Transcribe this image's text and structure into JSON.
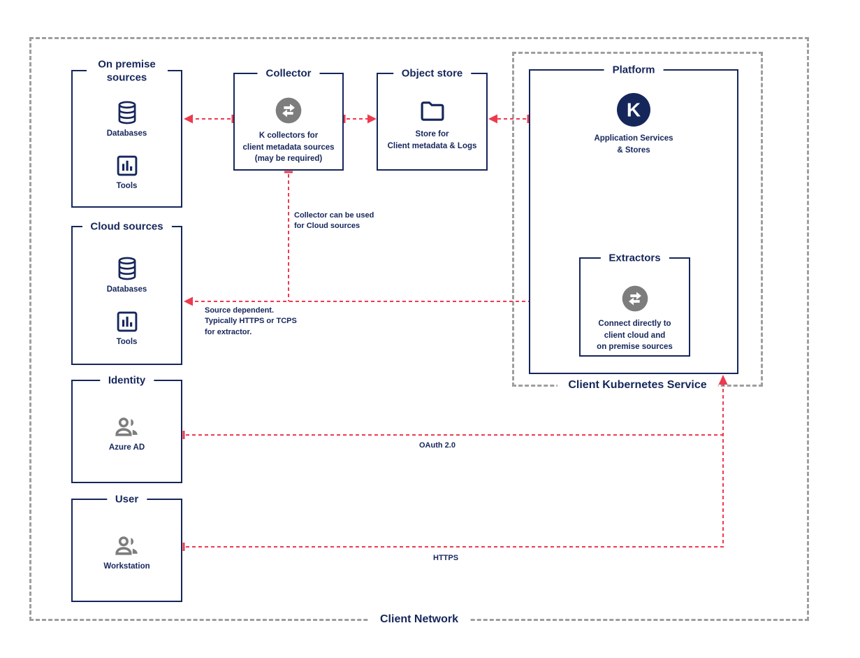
{
  "colors": {
    "navy": "#15265b",
    "red": "#ee3a4f",
    "frame_gray": "#9e9e9e",
    "icon_gray": "#7d7d7d"
  },
  "outer_frame": {
    "label": "Client Network"
  },
  "kubernetes_frame": {
    "label": "Client Kubernetes Service"
  },
  "boxes": {
    "on_premise": {
      "title": "On premise sources",
      "items": [
        {
          "icon": "database-icon",
          "label": "Databases"
        },
        {
          "icon": "tools-icon",
          "label": "Tools"
        }
      ]
    },
    "cloud_sources": {
      "title": "Cloud sources",
      "items": [
        {
          "icon": "database-icon",
          "label": "Databases"
        },
        {
          "icon": "tools-icon",
          "label": "Tools"
        }
      ]
    },
    "collector": {
      "title": "Collector",
      "icon": "transfer-icon",
      "description": "K collectors for\nclient metadata sources\n(may be required)"
    },
    "object_store": {
      "title": "Object store",
      "icon": "folder-icon",
      "description": "Store for\nClient metadata & Logs"
    },
    "platform": {
      "title": "Platform",
      "icon": "k-logo",
      "description": "Application Services\n& Stores"
    },
    "extractors": {
      "title": "Extractors",
      "icon": "transfer-icon",
      "description": "Connect directly to\nclient cloud and\non premise sources"
    },
    "identity": {
      "title": "Identity",
      "icon": "people-icon",
      "label": "Azure AD"
    },
    "user": {
      "title": "User",
      "icon": "people-icon",
      "label": "Workstation"
    }
  },
  "annotations": {
    "collector_cloud_note": "Collector can be used\nfor Cloud sources",
    "source_dependent_note": "Source dependent.\nTypically HTTPS or TCPS\nfor extractor.",
    "oauth_label": "OAuth 2.0",
    "https_label": "HTTPS"
  }
}
